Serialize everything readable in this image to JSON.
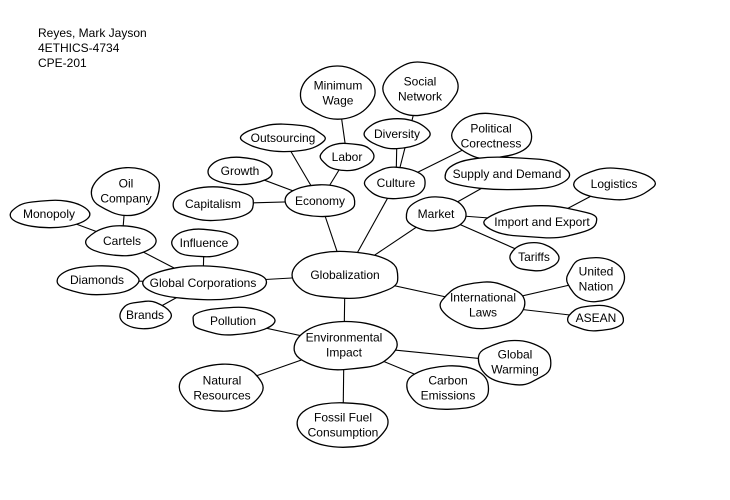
{
  "author": {
    "name": "Reyes, Mark Jayson",
    "course": "4ETHICS-4734",
    "section": "CPE-201"
  },
  "nodes": {
    "globalization": "Globalization",
    "economy": "Economy",
    "outsourcing": "Outsourcing",
    "labor": "Labor",
    "minimum_wage": [
      "Minimum",
      "Wage"
    ],
    "growth": "Growth",
    "capitalism": "Capitalism",
    "culture": "Culture",
    "diversity": "Diversity",
    "social_network": [
      "Social",
      "Network"
    ],
    "political_correctness": [
      "Political",
      "Corectness"
    ],
    "market": "Market",
    "supply_demand": "Supply and Demand",
    "import_export": "Import and Export",
    "logistics": "Logistics",
    "tariffs": "Tariffs",
    "global_corporations": "Global Corporations",
    "influence": "Influence",
    "cartels": "Cartels",
    "oil_company": [
      "Oil",
      "Company"
    ],
    "monopoly": "Monopoly",
    "diamonds": "Diamonds",
    "brands": "Brands",
    "international_laws": [
      "International",
      "Laws"
    ],
    "united_nation": [
      "United",
      "Nation"
    ],
    "asean": "ASEAN",
    "environmental_impact": [
      "Environmental",
      "Impact"
    ],
    "pollution": "Pollution",
    "natural_resources": [
      "Natural",
      "Resources"
    ],
    "fossil_fuel": [
      "Fossil Fuel",
      "Consumption"
    ],
    "carbon_emissions": [
      "Carbon",
      "Emissions"
    ],
    "global_warming": [
      "Global",
      "Warming"
    ]
  }
}
